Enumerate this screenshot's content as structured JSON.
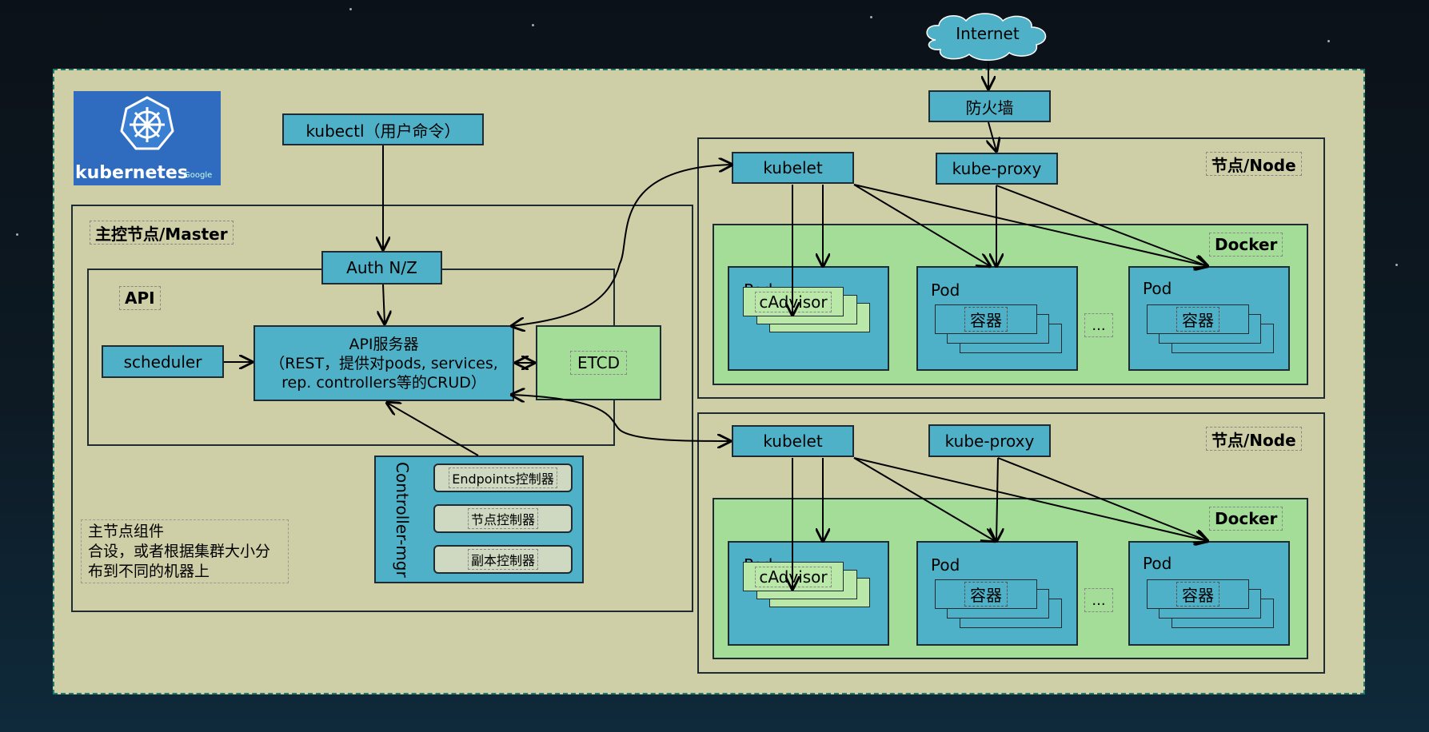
{
  "internet": "Internet",
  "firewall": "防火墙",
  "kubectl": "kubectl（用户命令）",
  "logo": {
    "text": "kubernetes",
    "sub": "Google"
  },
  "master": {
    "title": "主控节点/Master",
    "api_title": "API",
    "auth": "Auth N/Z",
    "api_server": [
      "API服务器",
      "（REST，提供对pods, services,",
      "rep. controllers等的CRUD）"
    ],
    "scheduler": "scheduler",
    "etcd": "ETCD",
    "controller_mgr": "Controller-mgr",
    "controllers": [
      "Endpoints控制器",
      "节点控制器",
      "副本控制器"
    ],
    "note": [
      "主节点组件",
      "合设，或者根据集群大小分",
      "布到不同的机器上"
    ]
  },
  "nodes": [
    {
      "title": "节点/Node",
      "kubelet": "kubelet",
      "proxy": "kube-proxy",
      "docker": "Docker",
      "pods": [
        {
          "label": "Pod",
          "inner": "cAdvisor"
        },
        {
          "label": "Pod",
          "inner": "容器"
        },
        {
          "label": "Pod",
          "inner": "容器"
        }
      ],
      "ellipsis": "..."
    },
    {
      "title": "节点/Node",
      "kubelet": "kubelet",
      "proxy": "kube-proxy",
      "docker": "Docker",
      "pods": [
        {
          "label": "Pod",
          "inner": "cAdvisor"
        },
        {
          "label": "Pod",
          "inner": "容器"
        },
        {
          "label": "Pod",
          "inner": "容器"
        }
      ],
      "ellipsis": "..."
    }
  ]
}
